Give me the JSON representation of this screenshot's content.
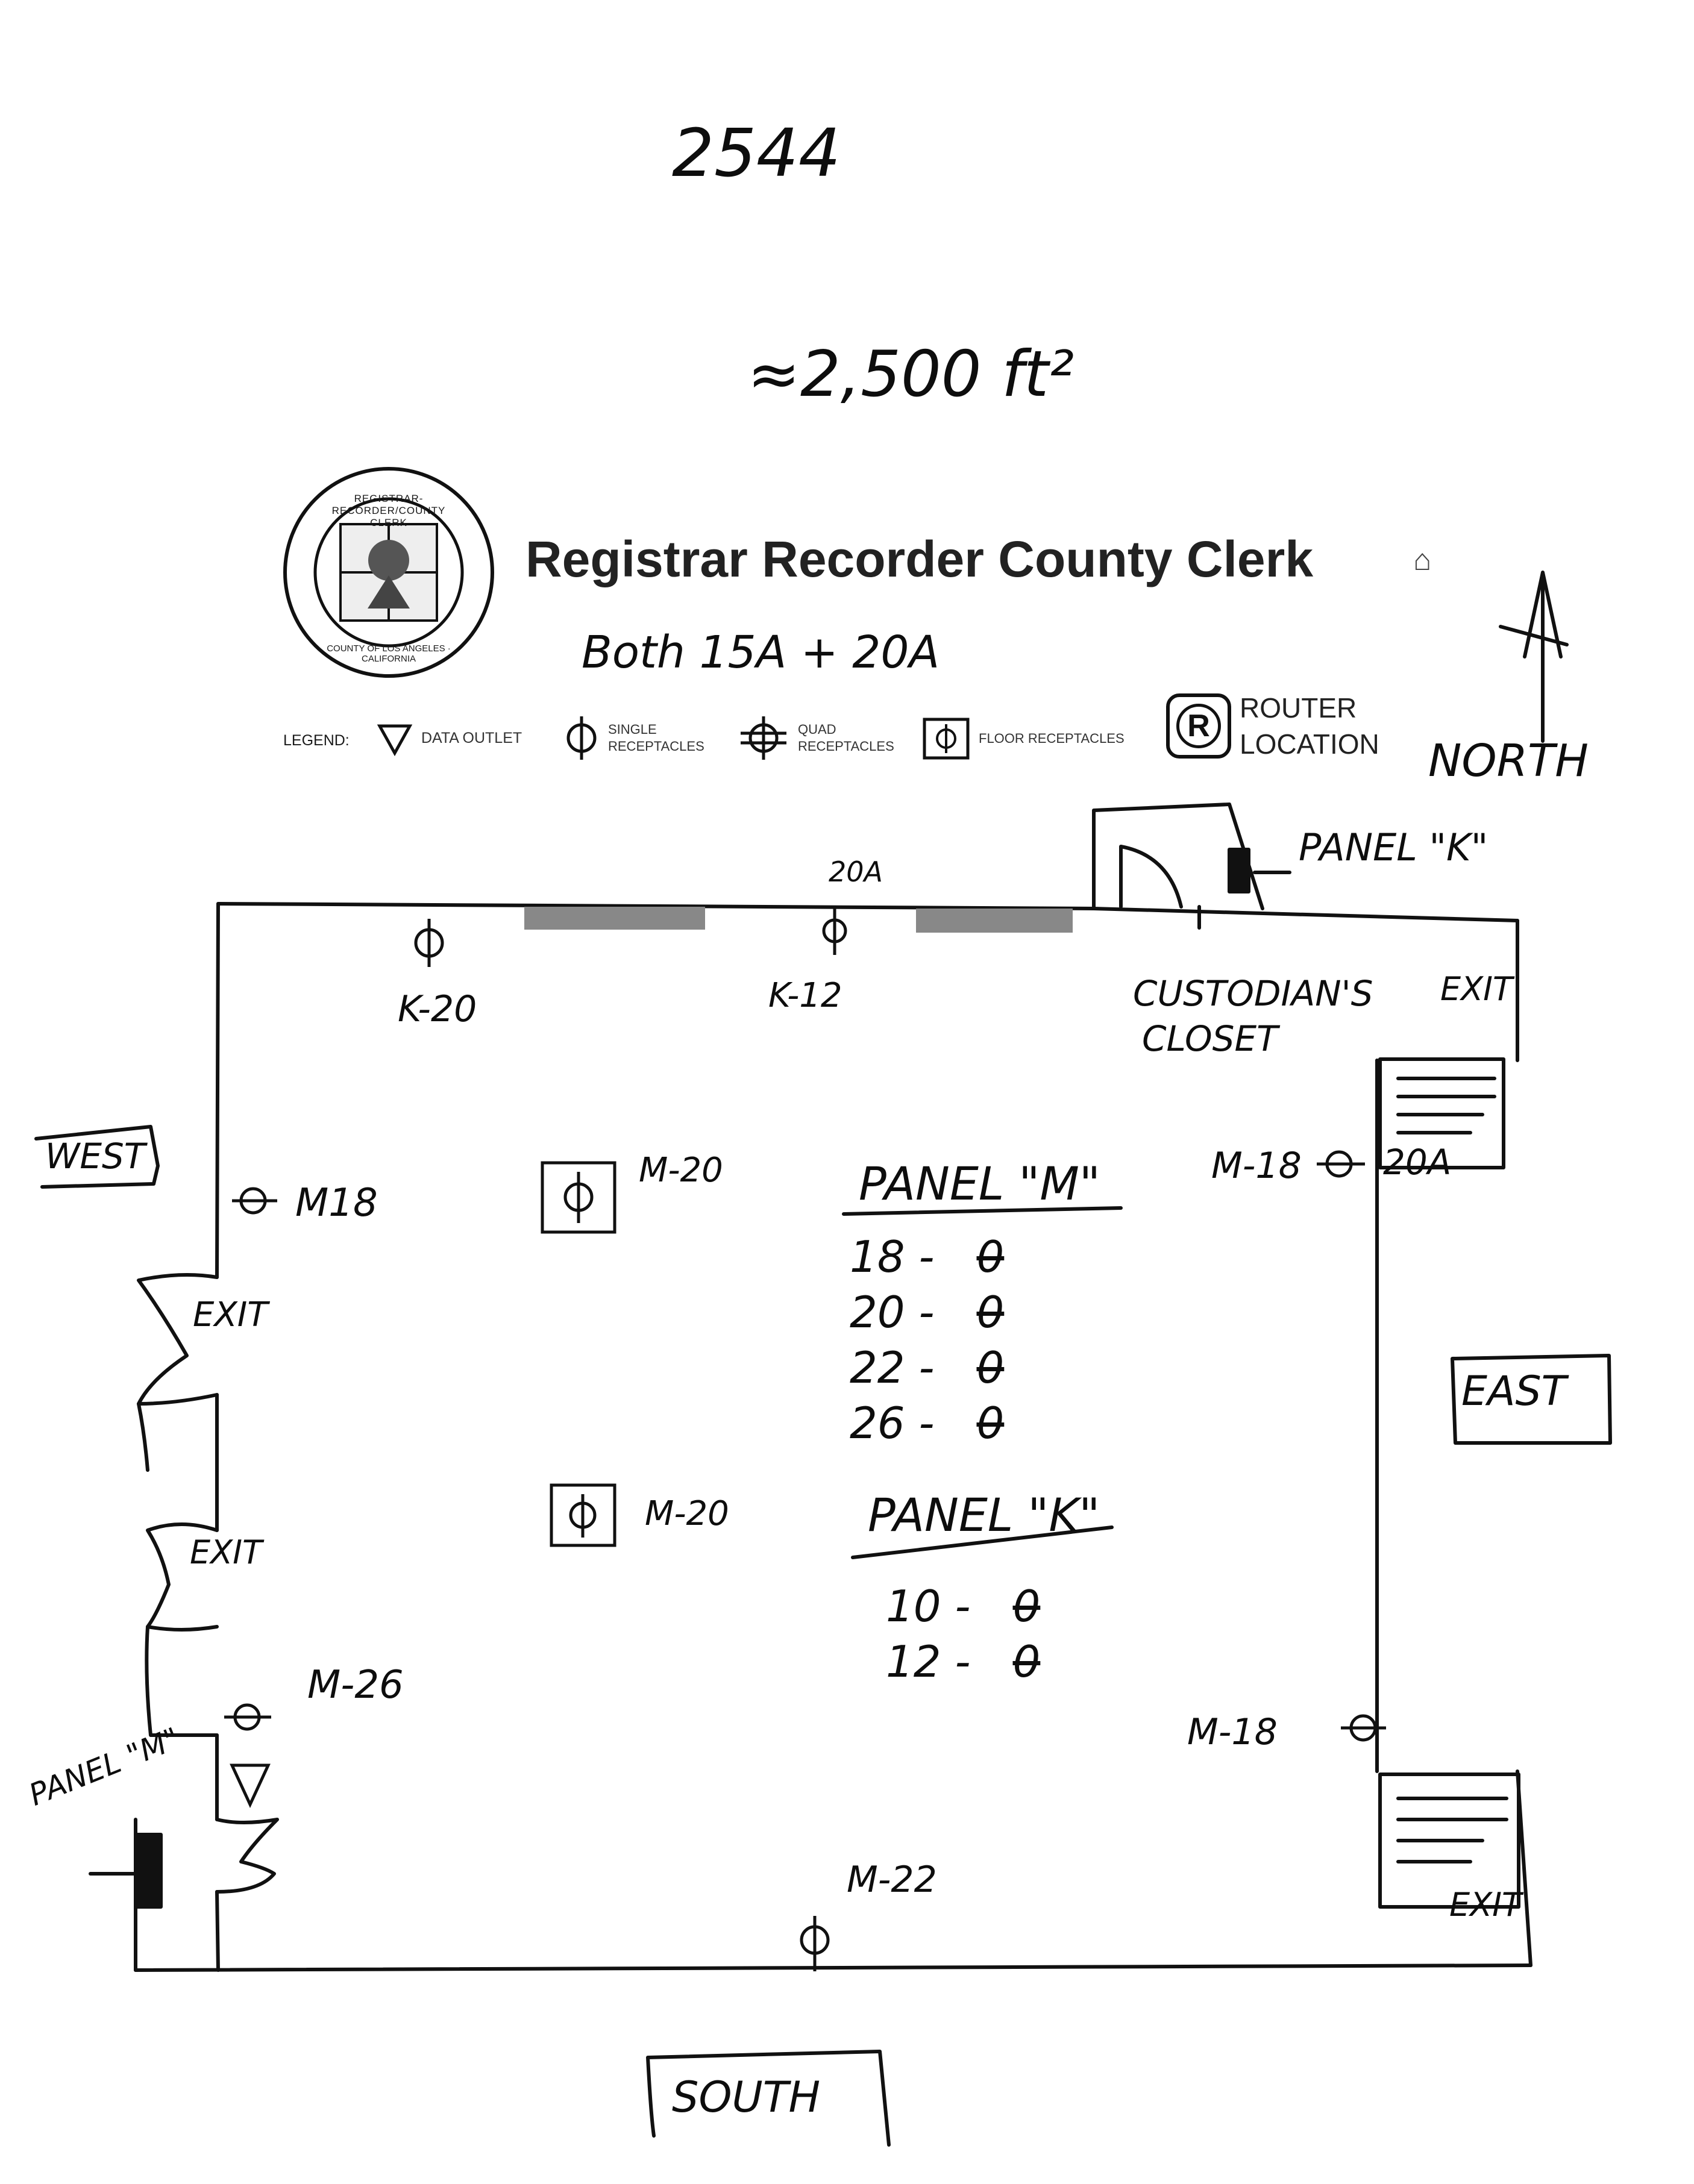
{
  "header": {
    "number": "2544",
    "area": "≈2,500 ft²",
    "org_title": "Registrar Recorder County Clerk",
    "circuits_note": "Both 15A + 20A"
  },
  "seal": {
    "top_text": "REGISTRAR-RECORDER/COUNTY CLERK",
    "bottom_text": "COUNTY OF LOS ANGELES · CALIFORNIA"
  },
  "legend": {
    "label": "LEGEND:",
    "items": [
      {
        "icon": "data-outlet-triangle-icon",
        "text": "DATA OUTLET"
      },
      {
        "icon": "single-receptacle-icon",
        "text": "SINGLE\nRECEPTACLES"
      },
      {
        "icon": "quad-receptacle-icon",
        "text": "QUAD\nRECEPTACLES"
      },
      {
        "icon": "floor-receptacle-icon",
        "text": "FLOOR RECEPTACLES"
      },
      {
        "icon": "router-icon",
        "text": "ROUTER\nLOCATION",
        "glyph": "R"
      }
    ]
  },
  "directions": {
    "north": "NORTH",
    "south": "SOUTH",
    "east": "EAST",
    "west": "WEST"
  },
  "labels": {
    "panel_k_top": "PANEL \"K\"",
    "k20": "K-20",
    "k12": "K-12",
    "k12_amp": "20A",
    "custodian": "CUSTODIAN'S",
    "closet": "CLOSET",
    "exit_ne": "EXIT",
    "exit_w1": "EXIT",
    "exit_w2": "EXIT",
    "exit_se": "EXIT",
    "m18_west": "M18",
    "m18_east": "M-18",
    "m18_east_amp": "20A",
    "m18_se": "M-18",
    "m20_top": "M-20",
    "m20_mid": "M-20",
    "m26": "M-26",
    "m22": "M-22",
    "panel_m_side": "PANEL \"M\""
  },
  "panel_m": {
    "title": "PANEL \"M\"",
    "rows": [
      {
        "circuit": "18 -",
        "status": "0"
      },
      {
        "circuit": "20 -",
        "status": "0"
      },
      {
        "circuit": "22 -",
        "status": "0"
      },
      {
        "circuit": "26 -",
        "status": "0"
      }
    ]
  },
  "panel_k": {
    "title": "PANEL \"K\"",
    "rows": [
      {
        "circuit": "10 -",
        "status": "0"
      },
      {
        "circuit": "12 -",
        "status": "0"
      }
    ]
  }
}
